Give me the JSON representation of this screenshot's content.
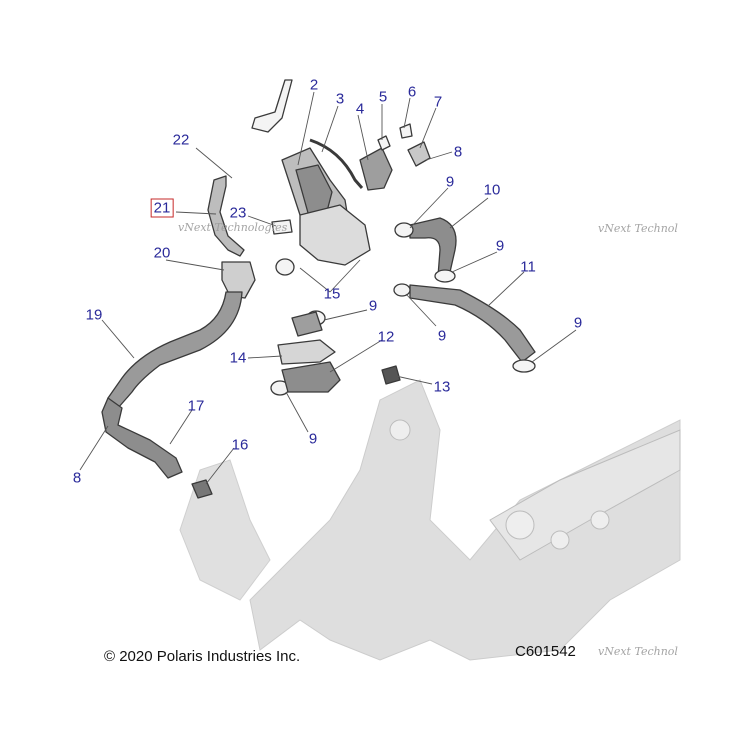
{
  "diagram": {
    "callouts": [
      {
        "id": "c2",
        "text": "2"
      },
      {
        "id": "c3",
        "text": "3"
      },
      {
        "id": "c4",
        "text": "4"
      },
      {
        "id": "c5",
        "text": "5"
      },
      {
        "id": "c6",
        "text": "6"
      },
      {
        "id": "c7",
        "text": "7"
      },
      {
        "id": "c8a",
        "text": "8"
      },
      {
        "id": "c9a",
        "text": "9"
      },
      {
        "id": "c10",
        "text": "10"
      },
      {
        "id": "c9b",
        "text": "9"
      },
      {
        "id": "c11",
        "text": "11"
      },
      {
        "id": "c9c",
        "text": "9"
      },
      {
        "id": "c22",
        "text": "22"
      },
      {
        "id": "c21",
        "text": "21"
      },
      {
        "id": "c23",
        "text": "23"
      },
      {
        "id": "c20",
        "text": "20"
      },
      {
        "id": "c15",
        "text": "15"
      },
      {
        "id": "c9d",
        "text": "9"
      },
      {
        "id": "c9e",
        "text": "9"
      },
      {
        "id": "c19",
        "text": "19"
      },
      {
        "id": "c14",
        "text": "14"
      },
      {
        "id": "c12",
        "text": "12"
      },
      {
        "id": "c13",
        "text": "13"
      },
      {
        "id": "c17",
        "text": "17"
      },
      {
        "id": "c9f",
        "text": "9"
      },
      {
        "id": "c16",
        "text": "16"
      },
      {
        "id": "c8b",
        "text": "8"
      }
    ],
    "selected_callout": "21",
    "watermark_text": "vNext Technologies",
    "copyright": "© 2020 Polaris Industries Inc.",
    "drawing_number": "C601542",
    "colors": {
      "callout": "#2a2a9a",
      "highlight": "#c62828",
      "part_outline": "#3a3a3a",
      "frame_gray": "#cfcfcf"
    }
  }
}
